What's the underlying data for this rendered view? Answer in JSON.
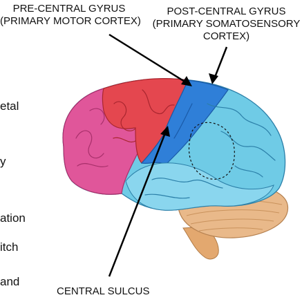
{
  "labels": {
    "precentral_line1": "PRE-CENTRAL GYRUS",
    "precentral_line2": "(PRIMARY MOTOR CORTEX)",
    "postcentral_line1": "POST-CENTRAL GYRUS",
    "postcentral_line2": "(PRIMARY SOMATOSENSORY",
    "postcentral_line3": "CORTEX)",
    "central_sulcus": "CENTRAL SULCUS"
  },
  "side_text": [
    "etal",
    "y",
    "ation",
    "itch",
    "and"
  ],
  "colors": {
    "frontal_pink": "#e0569a",
    "motor_red": "#e4474f",
    "somatosensory_blue": "#2f7fd8",
    "parietal_lightblue": "#6fcbe6",
    "cerebellum": "#e9b98a",
    "brainstem": "#e3a86f"
  }
}
